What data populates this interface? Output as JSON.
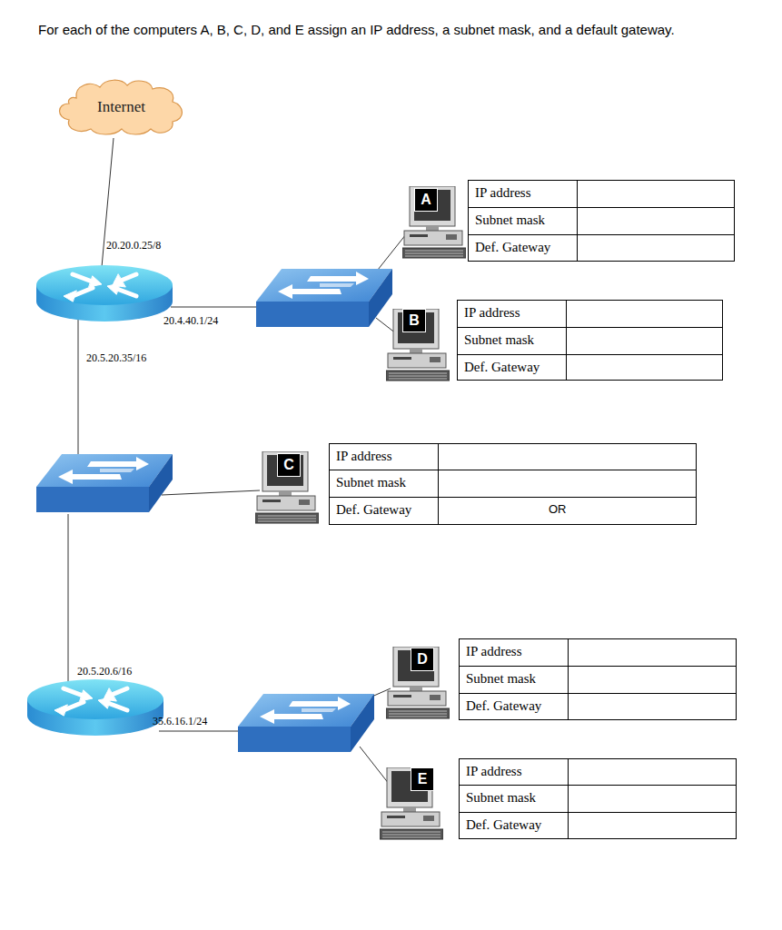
{
  "diagram": {
    "title": "For each of the computers A, B, C, D, and E assign an IP address, a subnet mask, and a default gateway.",
    "nodes": [
      {
        "text": [
          "Internet"
        ]
      },
      {
        "text": [
          "A"
        ]
      },
      {
        "text": [
          "B"
        ]
      },
      {
        "text": [
          "C"
        ]
      },
      {
        "text": [
          "D"
        ]
      },
      {
        "text": [
          "E"
        ]
      }
    ],
    "labels": [
      "20.20.0.25/8",
      "20.4.40.1/24",
      "20.5.20.35/16",
      "20.5.20.6/16",
      "35.6.16.1/24",
      "IP address",
      "Subnet mask",
      "Def. Gateway",
      "IP address",
      "Subnet mask",
      "Def. Gateway",
      "IP address",
      "Subnet mask",
      "Def. Gateway",
      "OR",
      "IP address",
      "Subnet mask",
      "Def. Gateway",
      "IP address",
      "Subnet mask",
      "Def. Gateway"
    ]
  }
}
